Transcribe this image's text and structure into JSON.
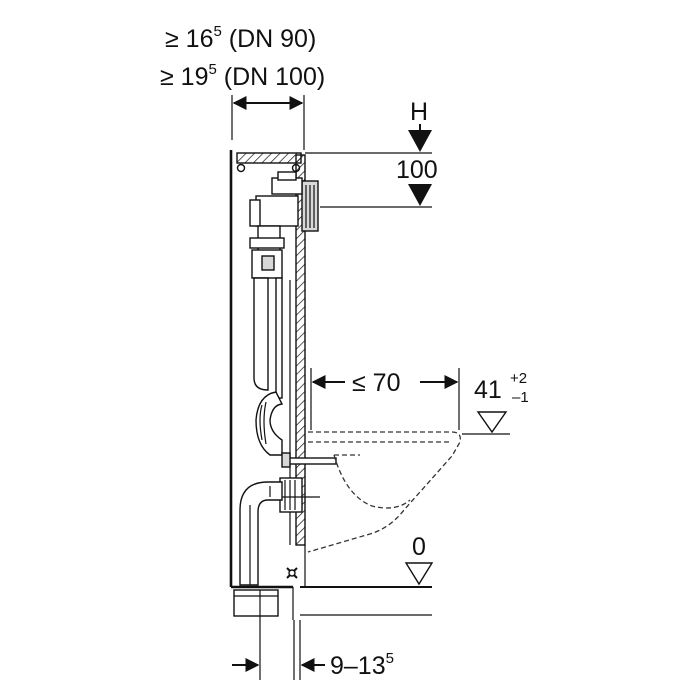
{
  "dimensions": {
    "width_dn90": {
      "prefix": "≥ 16",
      "sup": "5",
      "suffix": " (DN 90)"
    },
    "width_dn100": {
      "prefix": "≥ 19",
      "sup": "5",
      "suffix": " (DN 100)"
    },
    "h_marker": "H",
    "h_offset": "100",
    "bowl_projection": "≤ 70",
    "seat_height": {
      "main": "41",
      "tol_plus": "+2",
      "tol_minus": "–1"
    },
    "floor_level": "0",
    "drain_offset": {
      "prefix": "9–13",
      "sup": "5"
    }
  }
}
